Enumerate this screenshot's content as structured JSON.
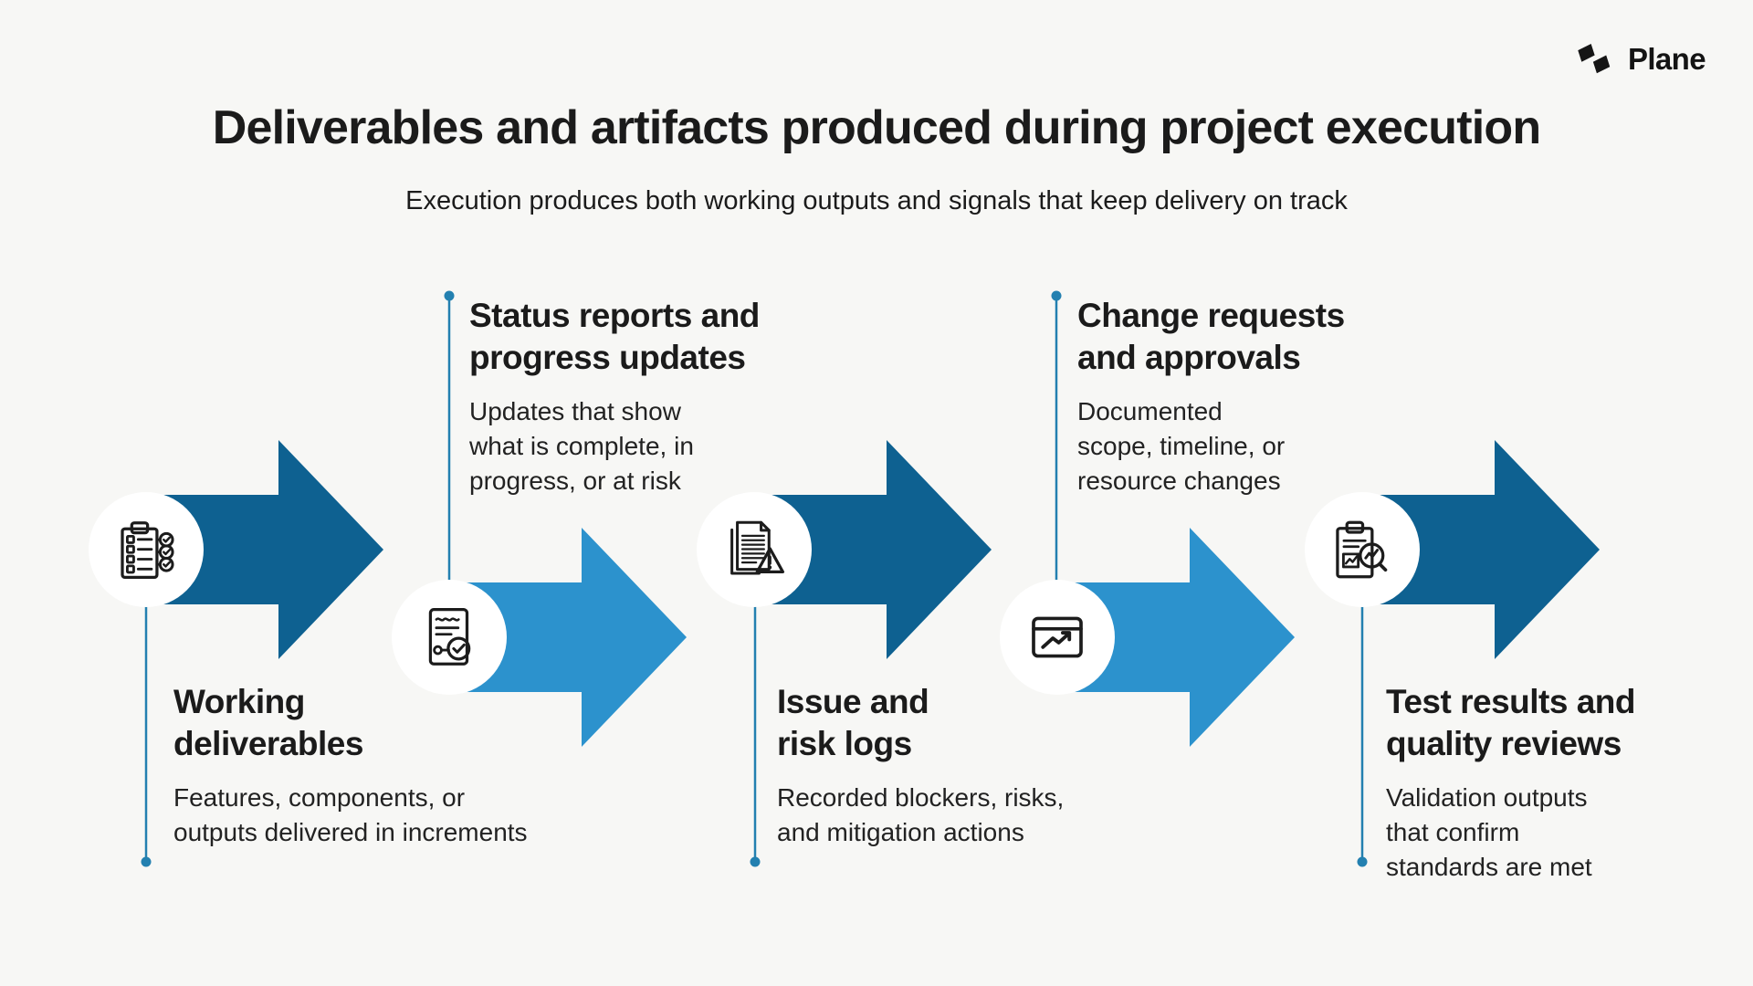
{
  "palette": {
    "background": "#F7F7F5",
    "arrow_dark": "#0E6191",
    "arrow_light": "#2C92CD",
    "connector": "#2380B0",
    "circle": "#FFFFFF",
    "text": "#1B1B1B"
  },
  "logo": {
    "brand": "Plane",
    "icon": "plane-logo-mark"
  },
  "header": {
    "title": "Deliverables and artifacts produced during project execution",
    "subtitle": "Execution produces both working outputs and signals that keep delivery on track"
  },
  "sections": [
    {
      "heading": "Working\ndeliverables",
      "description": "Features, components, or\noutputs delivered in increments",
      "icon": "checklist-clipboard-icon",
      "arrow": "dark",
      "label_position": "below"
    },
    {
      "heading": "Status reports and\nprogress updates",
      "description": "Updates that show\nwhat is complete, in\nprogress, or at risk",
      "icon": "approved-report-icon",
      "arrow": "light",
      "label_position": "above"
    },
    {
      "heading": "Issue and\nrisk logs",
      "description": "Recorded blockers, risks,\nand mitigation actions",
      "icon": "document-warning-icon",
      "arrow": "dark",
      "label_position": "below"
    },
    {
      "heading": "Change requests\nand approvals",
      "description": "Documented\nscope, timeline, or\nresource changes",
      "icon": "window-trend-icon",
      "arrow": "light",
      "label_position": "above"
    },
    {
      "heading": "Test results and\nquality reviews",
      "description": "Validation outputs\nthat confirm\nstandards are met",
      "icon": "clipboard-magnifier-icon",
      "arrow": "dark",
      "label_position": "below"
    }
  ]
}
